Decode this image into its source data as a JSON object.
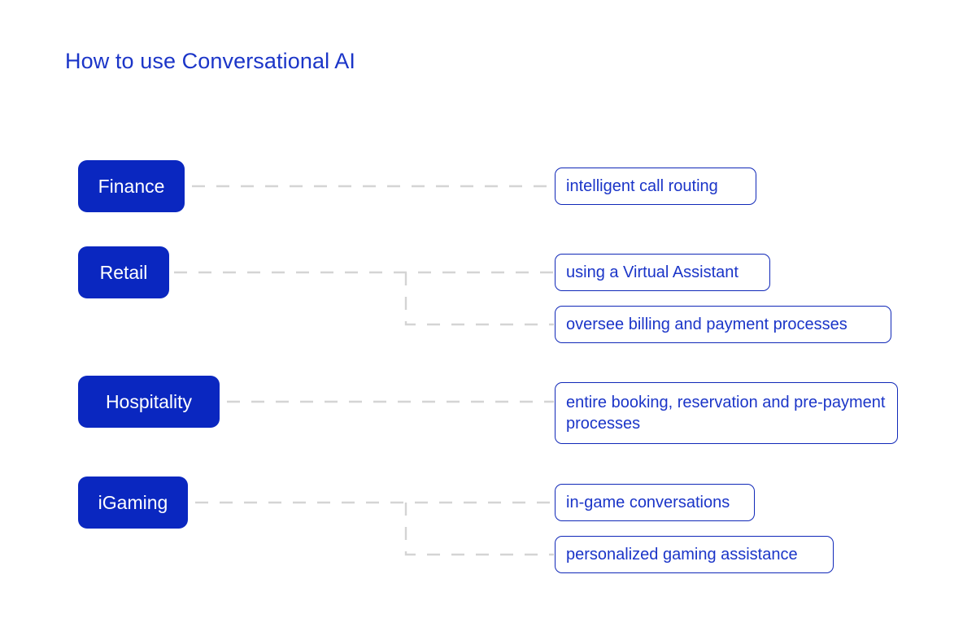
{
  "page": {
    "title": "How to use Conversational AI",
    "background_color": "#FFFFFF",
    "brand_blue": "#0A27C0",
    "text_blue": "#1B35C8",
    "border_blue": "#1028B8",
    "connector_color": "#D4D4D4"
  },
  "diagram": {
    "type": "mind-map",
    "categories": [
      {
        "id": "finance",
        "label": "Finance",
        "use_cases": [
          {
            "id": "finance-uc-1",
            "label": "intelligent call routing"
          }
        ]
      },
      {
        "id": "retail",
        "label": "Retail",
        "use_cases": [
          {
            "id": "retail-uc-1",
            "label": "using a Virtual Assistant"
          },
          {
            "id": "retail-uc-2",
            "label": "oversee billing and payment processes"
          }
        ]
      },
      {
        "id": "hospitality",
        "label": "Hospitality",
        "use_cases": [
          {
            "id": "hospitality-uc-1",
            "label": "entire booking, reservation and pre-payment processes"
          }
        ]
      },
      {
        "id": "igaming",
        "label": "iGaming",
        "use_cases": [
          {
            "id": "igaming-uc-1",
            "label": "in-game conversations"
          },
          {
            "id": "igaming-uc-2",
            "label": "personalized gaming assistance"
          }
        ]
      }
    ]
  }
}
